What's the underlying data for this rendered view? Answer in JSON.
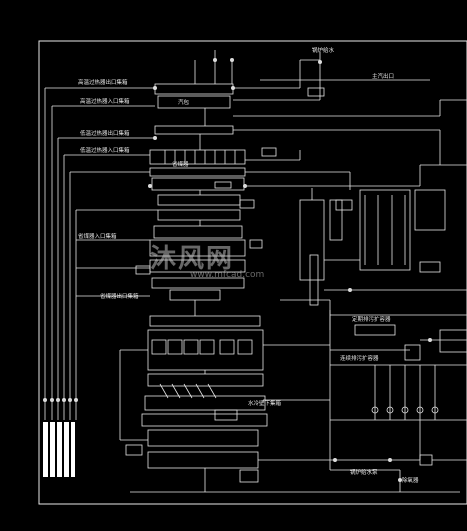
{
  "watermark": {
    "brand": "沐风网",
    "site": "www.mfcad.com"
  },
  "labels": {
    "top_left_1": "高温过热器出口集箱",
    "top_left_2": "高温过热器入口集箱",
    "mid_left_1": "低温过热器出口集箱",
    "mid_left_2": "低温过热器入口集箱",
    "mid_left_3": "省煤器入口集箱",
    "mid_left_4": "省煤器出口集箱",
    "right_1": "锅炉给水",
    "right_2": "主汽出口",
    "right_3": "定期排污扩容器",
    "right_4": "连续排污扩容器",
    "bottom_1": "水冷壁下集箱",
    "bottom_2": "锅炉给水泵",
    "bottom_3": "除氧器",
    "steam_drum": "汽包",
    "econ": "省煤器"
  }
}
